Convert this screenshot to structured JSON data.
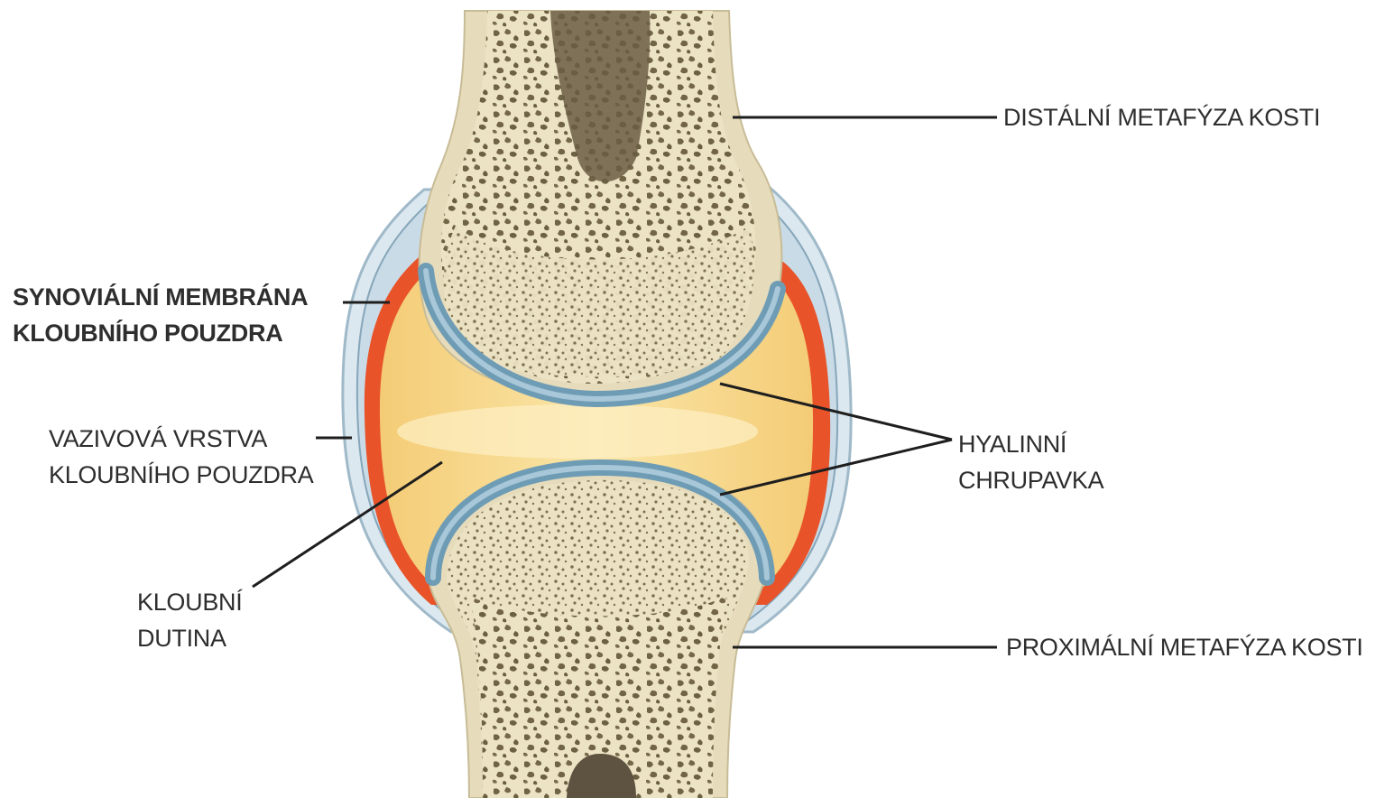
{
  "labels": {
    "distal_metaphysis": "DISTÁLNÍ METAFÝZA KOSTI",
    "synovial_membrane": [
      "SYNOVIÁLNÍ MEMBRÁNA",
      "KLOUBNÍHO POUZDRA"
    ],
    "fibrous_layer": [
      "VAZIVOVÁ VRSTVA",
      "KLOUBNÍHO POUZDRA"
    ],
    "hyaline_cartilage": [
      "HYALINNÍ",
      "CHRUPAVKA"
    ],
    "joint_cavity": [
      "KLOUBNÍ",
      "DUTINA"
    ],
    "proximal_metaphysis": "PROXIMÁLNÍ METAFÝZA KOSTI"
  },
  "colors": {
    "bone": "#ede4c6",
    "bone_pore": "#6f6444",
    "marrow": "#6b5d44",
    "cartilage": "#6f9cb5",
    "synovial_membrane": "#e8532a",
    "synovial_fluid": "#f7d98d",
    "fibrous_capsule": "#c9dbe6",
    "leader_line": "#1e1e1e"
  }
}
